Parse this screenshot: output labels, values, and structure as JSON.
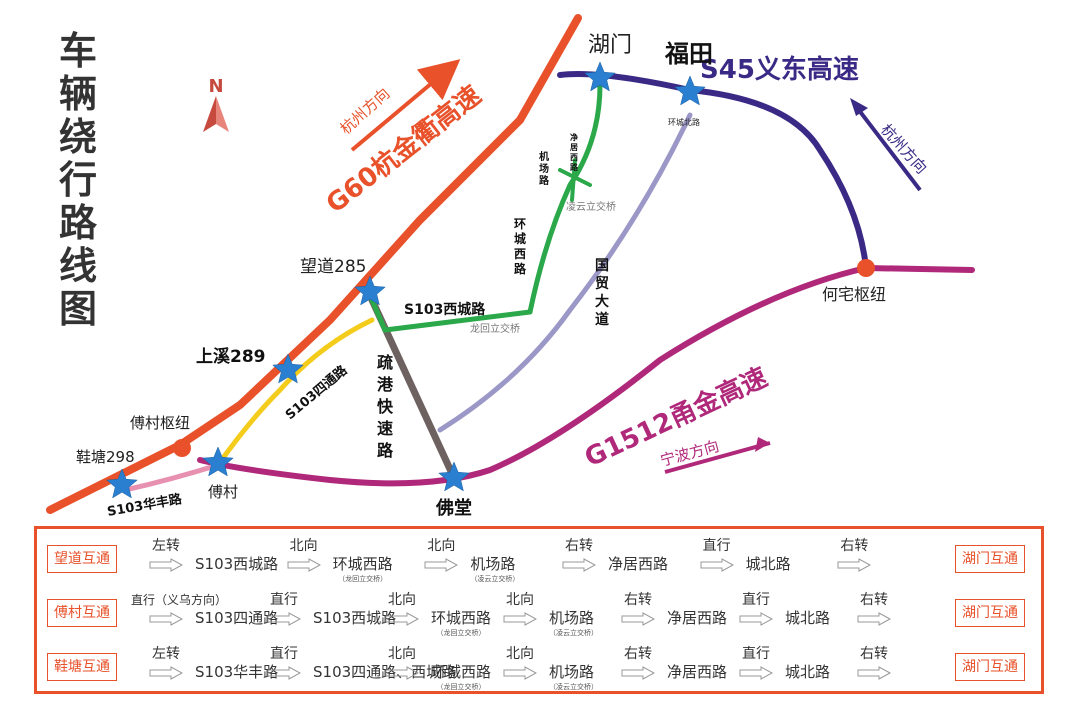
{
  "title": "车辆绕行路线图",
  "compass": {
    "label": "N"
  },
  "highways": {
    "g60": "G60杭金衢高速",
    "s45": "S45义东高速",
    "g1512": "G1512甬金高速"
  },
  "directions": {
    "hangzhou_left": "杭州方向",
    "hangzhou_right": "杭州方向",
    "ningbo": "宁波方向"
  },
  "places": {
    "humen": "湖门",
    "futian": "福田",
    "wangdao": "望道285",
    "shangxi": "上溪289",
    "fucun_hub": "傅村枢纽",
    "xietang": "鞋塘298",
    "fucun": "傅村",
    "fotang": "佛堂",
    "hezhai": "何宅枢纽"
  },
  "roads": {
    "s103_west": "S103西城路",
    "s103_sitong": "S103四通路",
    "s103_huafeng": "S103华丰路",
    "shugang": "疏港快速路",
    "guomao": "国贸大道",
    "huancheng_west": "环城西路",
    "jichang": "机场路",
    "jingju": "净居西路",
    "chengbei": "城北路",
    "huancheng_north": "环城北路",
    "longhui_bridge": "龙回立交桥",
    "lingyun_bridge": "凌云立交桥"
  },
  "routes": [
    {
      "start": "望道互通",
      "end": "湖门互通",
      "steps": [
        {
          "turn": "左转",
          "road": "S103西城路",
          "sub": ""
        },
        {
          "turn": "北向",
          "road": "环城西路",
          "sub": "（龙回立交桥）"
        },
        {
          "turn": "北向",
          "road": "机场路",
          "sub": "（凌云立交桥）"
        },
        {
          "turn": "右转",
          "road": "净居西路",
          "sub": ""
        },
        {
          "turn": "直行",
          "road": "城北路",
          "sub": ""
        },
        {
          "turn": "右转",
          "road": "",
          "sub": ""
        }
      ]
    },
    {
      "start": "傅村互通",
      "end": "湖门互通",
      "steps": [
        {
          "turn": "直行",
          "turn_sub": "（义乌方向）",
          "road": "S103四通路",
          "sub": ""
        },
        {
          "turn": "直行",
          "road": "S103西城路",
          "sub": ""
        },
        {
          "turn": "北向",
          "road": "环城西路",
          "sub": "（龙回立交桥）"
        },
        {
          "turn": "北向",
          "road": "机场路",
          "sub": "（凌云立交桥）"
        },
        {
          "turn": "右转",
          "road": "净居西路",
          "sub": ""
        },
        {
          "turn": "直行",
          "road": "城北路",
          "sub": ""
        },
        {
          "turn": "右转",
          "road": "",
          "sub": ""
        }
      ]
    },
    {
      "start": "鞋塘互通",
      "end": "湖门互通",
      "steps": [
        {
          "turn": "左转",
          "road": "S103华丰路",
          "sub": ""
        },
        {
          "turn": "直行",
          "road": "S103四通路、西城路",
          "sub": ""
        },
        {
          "turn": "北向",
          "road": "环城西路",
          "sub": "（龙回立交桥）"
        },
        {
          "turn": "北向",
          "road": "机场路",
          "sub": "（凌云立交桥）"
        },
        {
          "turn": "右转",
          "road": "净居西路",
          "sub": ""
        },
        {
          "turn": "直行",
          "road": "城北路",
          "sub": ""
        },
        {
          "turn": "右转",
          "road": "",
          "sub": ""
        }
      ]
    }
  ],
  "colors": {
    "g60": "#e8512a",
    "s45": "#3a2a86",
    "g1512": "#b0287a",
    "green": "#2aa84a",
    "yellow": "#f4cc1c",
    "lavender": "#9b98c8",
    "brown": "#6e6260",
    "pink": "#e890b0",
    "star": "#2a7fd0"
  }
}
